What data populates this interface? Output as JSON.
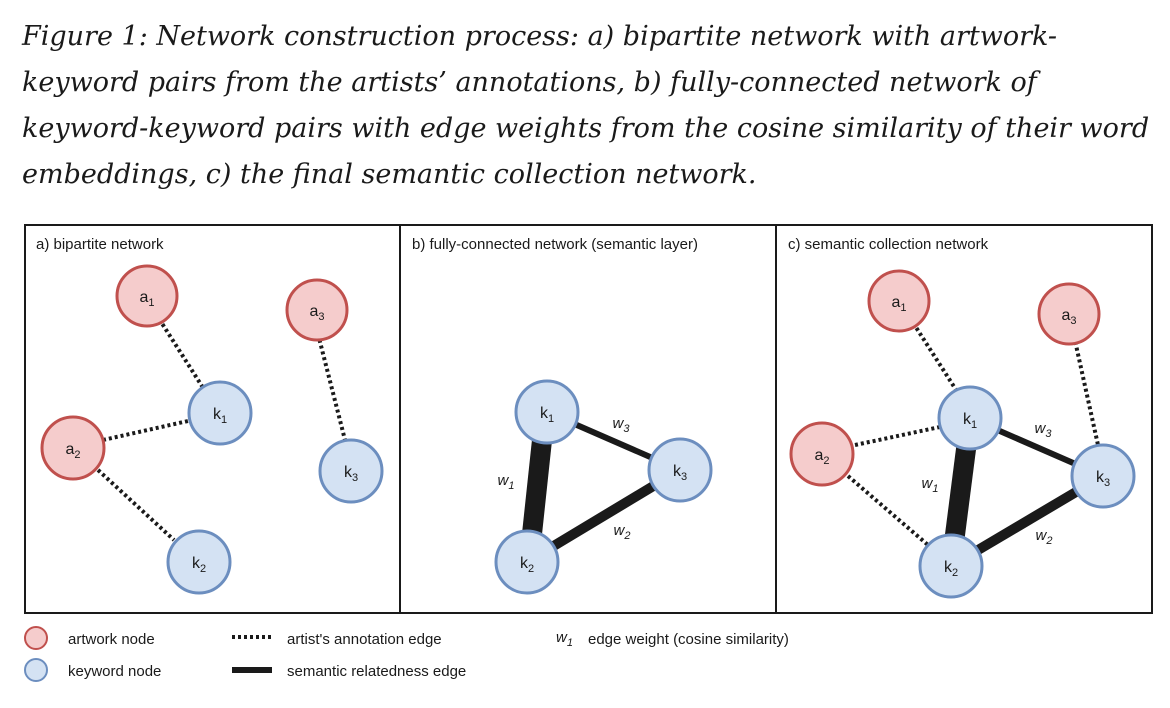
{
  "caption": "Figure 1: Network construction process: a) bipartite network with artwork-keyword pairs from the artists’ annotations, b) fully-connected network of keyword-keyword pairs with edge weights from the cosine similarity of their word embeddings, c) the final semantic collection network.",
  "panels": {
    "a": {
      "title": "a) bipartite network"
    },
    "b": {
      "title": "b) fully-connected network (semantic layer)"
    },
    "c": {
      "title": "c) semantic collection network"
    }
  },
  "nodes": {
    "a1": "a1",
    "a2": "a2",
    "a3": "a3",
    "k1": "k1",
    "k2": "k2",
    "k3": "k3"
  },
  "weights": {
    "w1": "w1",
    "w2": "w2",
    "w3": "w3"
  },
  "legend": {
    "artwork_node": "artwork node",
    "keyword_node": "keyword node",
    "annotation_edge": "artist's annotation edge",
    "semantic_edge": "semantic relatedness edge",
    "weight_symbol": "w1",
    "edge_weight": "edge weight (cosine similarity)"
  },
  "colors": {
    "artwork_fill": "#f5cccc",
    "artwork_stroke": "#c0504d",
    "keyword_fill": "#d4e2f3",
    "keyword_stroke": "#6c8ebf"
  }
}
